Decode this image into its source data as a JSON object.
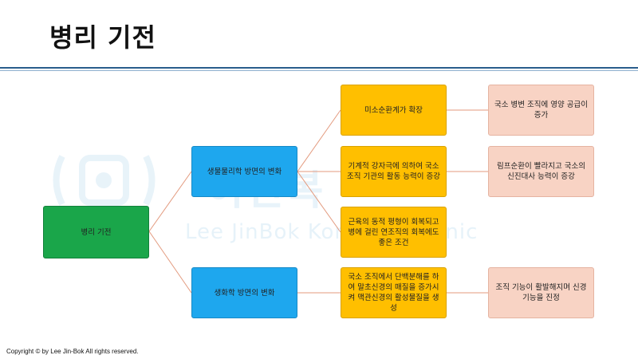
{
  "title": "병리 기전",
  "watermark": {
    "korean": "이진복",
    "english": "Lee JinBok Kor",
    "english_tail": "ne Clinic"
  },
  "nodes": {
    "root": "병리 기전",
    "physio": "생물물리학 방면의 변화",
    "biochem": "생화학 방면의 변화",
    "micro": "미소순환계가 확장",
    "mech": "기계적 강자극에 의하여 국소 조직 기관의 활동 능력이 증강",
    "muscle": "근육의 동적 평형이 회복되고 병에 걸린 연조직의 회복에도 좋은 조건",
    "protein": "국소 조직에서 단백분해를 하여 말초신경의 매질을 증가시켜 맥관신경의 활성물질을 생성",
    "supply": "국소 병변 조직에 영양 공급이 증가",
    "lymph": "림프순환이 빨라지고 국소의 신진대사 능력이 증강",
    "nerve": "조직 기능이 활발해지며 신경 기능을 진정"
  },
  "footer": "Copyright © by Lee Jin-Bok  All rights reserved.",
  "colors": {
    "root": "#1aa64a",
    "level1": "#1ea7ee",
    "level2": "#ffbf00",
    "level3": "#f8d3c4",
    "edge": "#e39a7e",
    "rule": "#2a5d8c"
  }
}
